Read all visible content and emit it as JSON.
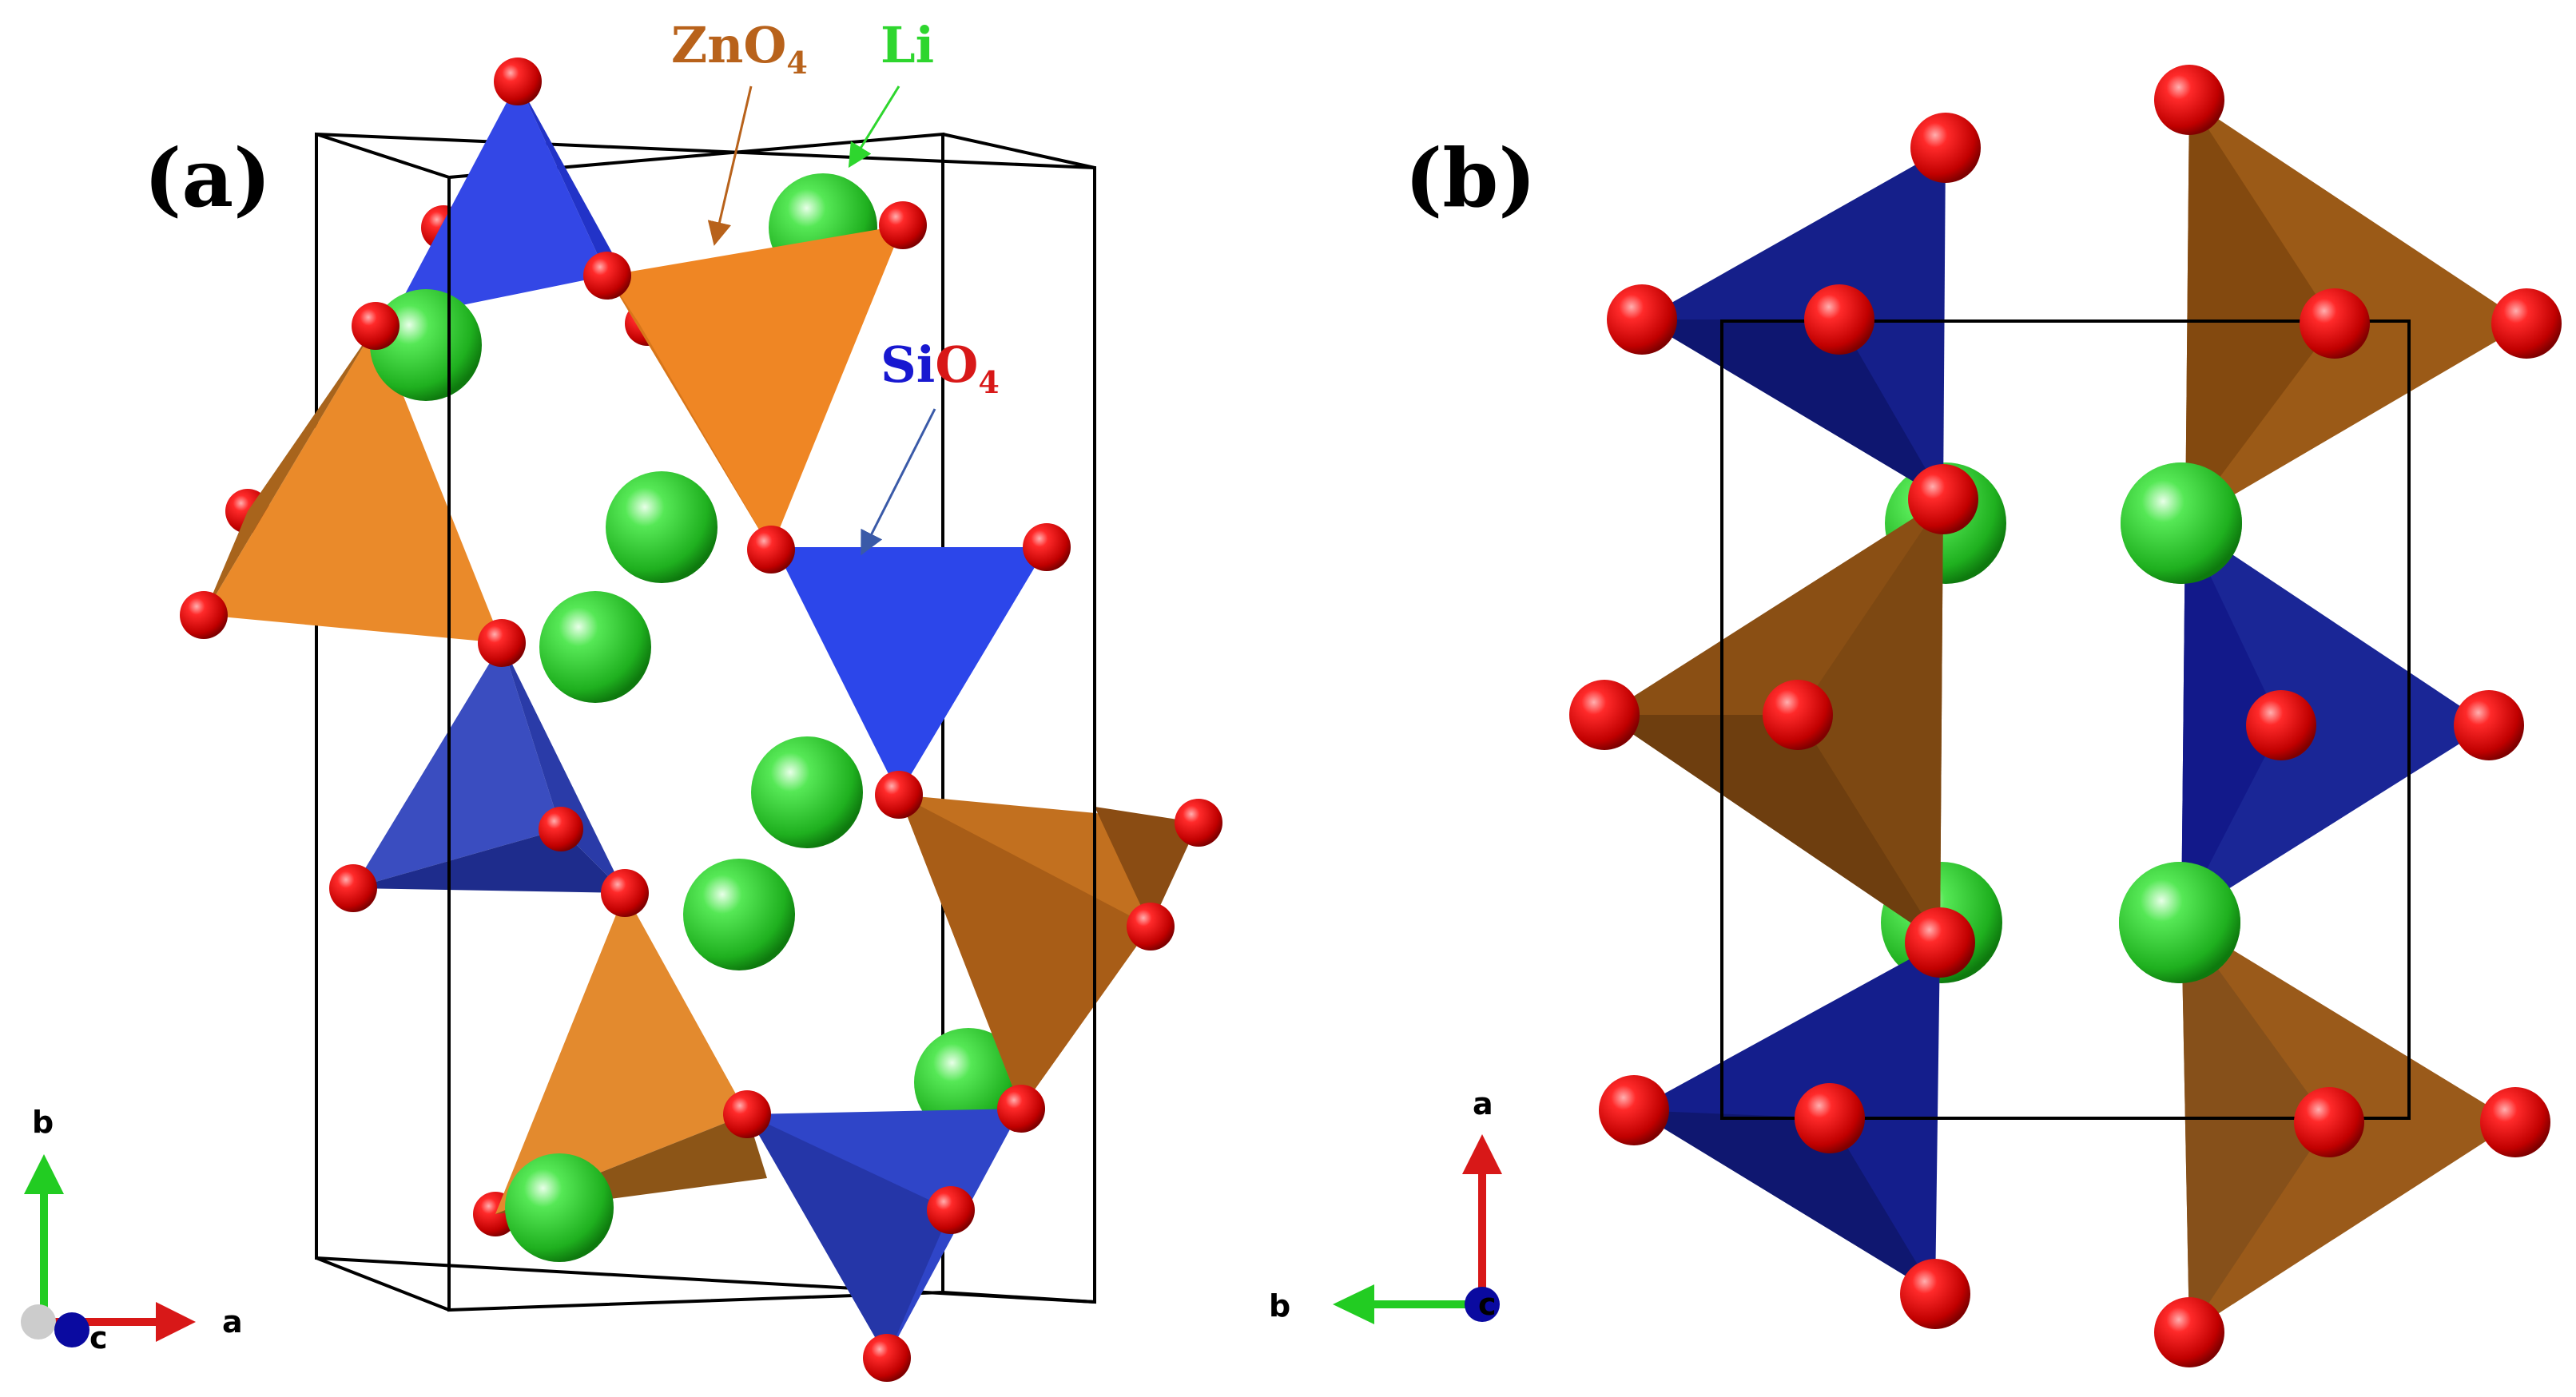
{
  "panels": {
    "a": {
      "label": "(a)"
    },
    "b": {
      "label": "(b)"
    }
  },
  "annotations": {
    "zno4": {
      "base": "ZnO",
      "sub": "4",
      "color": "#b8621b"
    },
    "li": {
      "text": "Li",
      "color": "#2ed62e"
    },
    "sio4": {
      "base_si": "Si",
      "base_o": "O",
      "sub": "4",
      "si_color": "#1818d0",
      "o_color": "#d81818"
    }
  },
  "axes": {
    "a": {
      "b": "b",
      "a": "a",
      "c": "c"
    },
    "b": {
      "a": "a",
      "b": "b",
      "c": "c"
    }
  },
  "colors": {
    "sio4_a": "#2a3fe0",
    "sio4_b": "#15208c",
    "zno4_a": "#e9841f",
    "zno4_b": "#9b5a17",
    "oxygen": "#e01010",
    "lithium": "#34d334",
    "axis_red": "#d81818",
    "axis_green": "#22cc22",
    "axis_blue": "#0a0aa0"
  }
}
